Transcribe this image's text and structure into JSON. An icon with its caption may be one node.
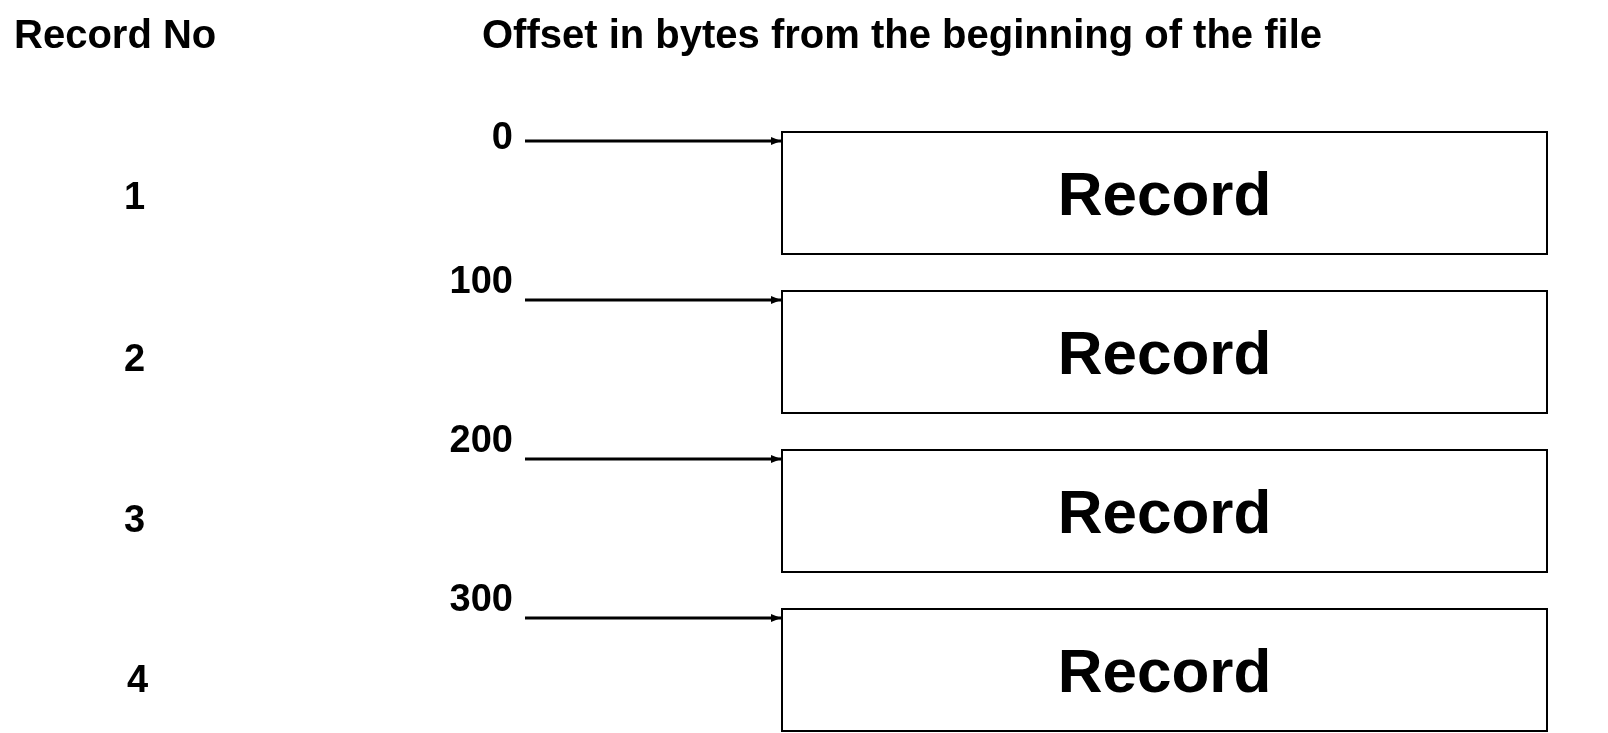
{
  "diagram": {
    "nodes": [
      {
        "text": [
          "0"
        ]
      },
      {
        "text": [
          "Record"
        ]
      },
      {
        "text": [
          "100"
        ]
      },
      {
        "text": [
          "Record"
        ]
      },
      {
        "text": [
          "200"
        ]
      },
      {
        "text": [
          "Record"
        ]
      },
      {
        "text": [
          "300"
        ]
      },
      {
        "text": [
          "Record"
        ]
      }
    ],
    "edges": [
      {
        "from": 0,
        "to": 1,
        "arrow": "to"
      },
      {
        "from": 2,
        "to": 3,
        "arrow": "to"
      },
      {
        "from": 4,
        "to": 5,
        "arrow": "to"
      },
      {
        "from": 6,
        "to": 7,
        "arrow": "to"
      }
    ],
    "labels": [
      "Record No",
      "Offset in bytes from the beginning of the file",
      "1",
      "2",
      "3",
      "4"
    ]
  }
}
